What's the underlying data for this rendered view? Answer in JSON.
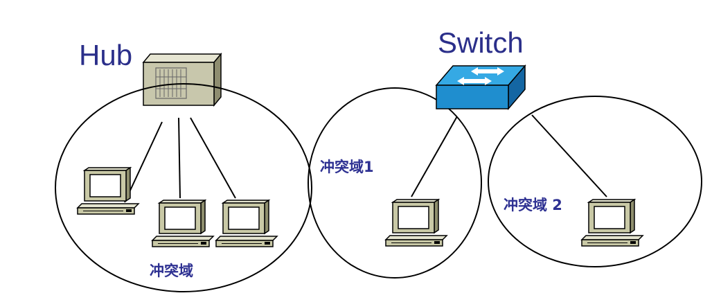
{
  "labels": {
    "hub_title": "Hub",
    "switch_title": "Switch",
    "hub_domain": "冲突域",
    "switch_domain_1": "冲突域1",
    "switch_domain_2": "冲突域 2"
  },
  "icons": {
    "hub": "hub-icon",
    "switch": "switch-icon",
    "computer": "computer-icon"
  },
  "colors": {
    "title_text": "#2b2f8a",
    "label_text": "#2e3192",
    "outline": "#000000",
    "hub_body": "#c8c7ac",
    "switch_body": "#1f8ecf",
    "computer_body": "#c9c9a6",
    "computer_screen": "#ffffff"
  }
}
